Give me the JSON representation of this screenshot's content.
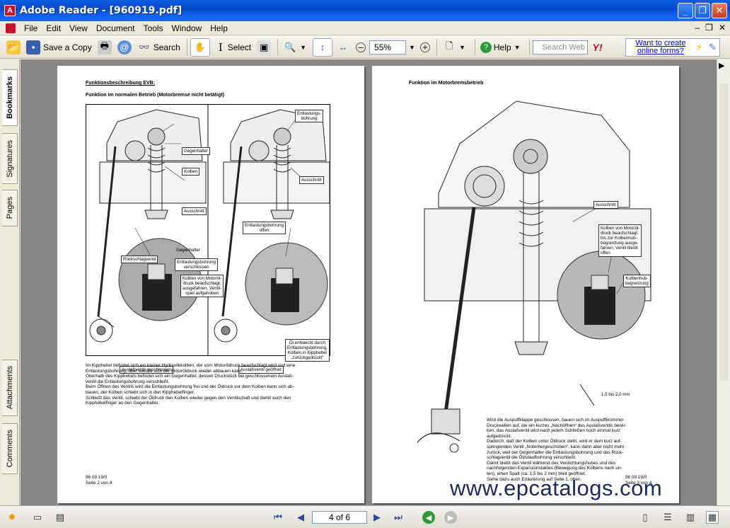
{
  "window": {
    "title": "Adobe Reader - [960919.pdf]"
  },
  "menu": {
    "items": [
      "File",
      "Edit",
      "View",
      "Document",
      "Tools",
      "Window",
      "Help"
    ]
  },
  "toolbar": {
    "save_copy": "Save a Copy",
    "search": "Search",
    "select": "Select",
    "zoom": "55%",
    "help": "Help",
    "search_web_placeholder": "Search Web",
    "yahoo": "Y!",
    "promo_link": "Want to create online forms?"
  },
  "nav_tabs": [
    "Bookmarks",
    "Signatures",
    "Pages",
    "Attachments",
    "Comments"
  ],
  "page_left": {
    "heading": "Funktionsbeschreibung EVB:",
    "subheading": "Funktion im normalen Betrieb (Motorbremse nicht betätigt)",
    "labels": {
      "gegenhalter": "Gegenhalter",
      "kolben": "Kolben",
      "ausschnitt_l": "Ausschnitt",
      "gegenhalter2": "Gegenhalter",
      "rueckschlag": "Rückschlagventil",
      "entlast_versch": "Entlastungsbohrung\nverschlossen",
      "kolben_motor": "Kolben von Motoröl-\ndruck beaufschlagt,\nausgefahren, Ventil-\nspiel aufgehoben",
      "ausl_geschl": "Auslaßventil geschlossen",
      "entlast_bohr": "Entlastungs-\nbohrung",
      "ausschnitt_r": "Ausschnitt",
      "entlast_offen": "Entlastungsbohrung\noffen",
      "oel_entweicht": "Öl entweicht durch\nEntlastungsbohrung,\nKolben in Kipphebel\n„zurückgedrückt“",
      "ausl_geoeffnet": "Auslaßventil geöffnet"
    },
    "body": "Im Kipphebel befindet sich ein kleiner Hydraulikkolben, der vom Motoröldruck beaufschlagt wird und eine\nEntlastungsbohrung, über welche sich der Motoröldruck wieder abbauen kann.\nOberhalb des Kipphebels befindet sich ein Gegenhalter, dessen Druckstück bei geschlossenem Auslaß-\nventil die Entlastungsbohrung verschließt.\nBeim Öffnen des Ventils wird die Entlastungsbohrung frei und der Öldruck vor dem Kolben kann sich ab-\nbauen, der Kolben schiebt sich in den Kipphebelfinger.\nSchließt das Ventil, schiebt der Öldruck den Kolben wieder gegen den Ventilschaft und damit auch den\nKipphebelfinger an den Gegenhalter.",
    "footer1": "96 09 19/0",
    "footer2": "Seite 2 von 4"
  },
  "page_right": {
    "heading": "Funktion im Motorbremsbetrieb",
    "labels": {
      "ausschnitt": "Ausschnitt",
      "kolben_motor": "Kolben von Motoröl-\ndruck beaufschlagt,\nbis zur Kolbenhub-\nbegrenzung ausge-\nfahren, Ventil bleibt\noffen",
      "hub": "Kolbenhub-\nbegrenzung",
      "spalt": "1,5 bis 2,0 mm"
    },
    "body": "Wird die Auspuffklappe geschlossen, bauen sich im Auspuffkrümmer\nDruckwellen auf, die ein kurzes „Nachöffnen“ des Auslaßventils bewir-\nken, das Auslaßventil wird nach jedem Schließen noch einmal kurz\naufgedrückt.\nDadurch, daß der Kolben unter Öldruck steht, wird er dem kurz auf-\nspringenden Ventil „hinterhergeschoben“, kann dann aber nicht mehr\nzurück, weil der Gegenhalter die Entlastungsbohrung und das Rück-\nschlagventil die Ölzulaufbohrung verschließt.\nDamit bleibt das Ventil während des Verdichtungshubes und des\nnachfolgenden Expansionstaktes (Bewegung des Kolbens nach un-\nten), einen Spalt (ca. 1,5 bis 2 mm) breit geöffnet.\nSiehe dazu auch Erläuterung auf Seite 1, oben.",
    "footer1": "96 09 19/0",
    "footer2": "Seite 3 von 4"
  },
  "watermark": "www.epcatalogs.com",
  "statusbar": {
    "page_indicator": "4 of 6"
  }
}
